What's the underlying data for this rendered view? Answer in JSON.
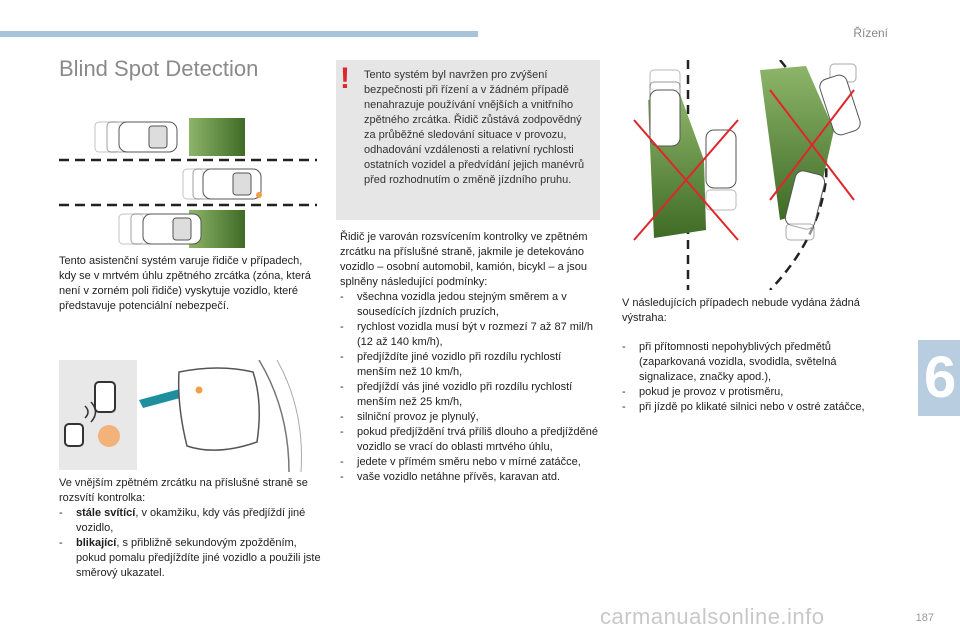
{
  "header": {
    "section": "Řízení"
  },
  "page": {
    "title": "Blind Spot Detection",
    "number": "187",
    "chapter": "6"
  },
  "warning": {
    "text": "Tento systém byl navržen pro zvýšení bezpečnosti při řízení a v žádném případě nenahrazuje používání vnějších a vnitřního zpětného zrcátka. Řidič zůstává zodpovědný za průběžné sledování situace v provozu, odhadování vzdálenosti a relativní rychlosti ostatních vozidel a předvídání jejich manévrů před rozhodnutím o změně jízdního pruhu."
  },
  "left": {
    "intro": "Tento asistenční systém varuje řidiče v případech, kdy se v mrtvém úhlu zpětného zrcátka (zóna, která není v zorném poli řidiče) vyskytuje vozidlo, které představuje potenciální nebezpečí.",
    "mirror_intro": "Ve vnějším zpětném zrcátku na příslušné straně se rozsvítí kontrolka:",
    "bullets": [
      {
        "bold": "stále svítící",
        "rest": ", v okamžiku, kdy vás předjíždí jiné vozidlo,"
      },
      {
        "bold": "blikající",
        "rest": ", s přibližně sekundovým zpožděním, pokud pomalu předjíždíte jiné vozidlo a použili jste směrový ukazatel."
      }
    ]
  },
  "middle": {
    "intro": "Řidič je varován rozsvícením kontrolky ve zpětném zrcátku na příslušné straně, jakmile je detekováno vozidlo – osobní automobil, kamión, bicykl – a jsou splněny následující podmínky:",
    "bullets": [
      "všechna vozidla jedou stejným směrem a v sousedících jízdních pruzích,",
      "rychlost vozidla musí být v rozmezí 7 až 87 mil/h (12 až 140 km/h),",
      "předjíždíte jiné vozidlo při rozdílu rychlostí menším než 10 km/h,",
      "předjíždí vás jiné vozidlo při rozdílu rychlostí menším než 25 km/h,",
      "silniční provoz je plynulý,",
      "pokud předjíždění trvá příliš dlouho a předjížděné vozidlo se vrací do oblasti mrtvého úhlu,",
      "jedete v přímém směru nebo v mírné zatáčce,",
      "vaše vozidlo netáhne přívěs, karavan atd."
    ]
  },
  "right": {
    "intro": "V následujících případech nebude vydána žádná výstraha:",
    "bullets": [
      "při přítomnosti nepohyblivých předmětů (zaparkovaná vozidla, svodidla, světelná signalizace, značky apod.),",
      "pokud je provoz v protisměru,",
      "při jízdě po klikaté silnici nebo v ostré zatáčce,"
    ]
  },
  "footer": {
    "watermark": "carmanualsonline.info"
  },
  "colors": {
    "accent": "#a9c3dc",
    "warning": "#e0262a",
    "zone_green": "#5b8a3a",
    "indicator": "#f0a040"
  }
}
